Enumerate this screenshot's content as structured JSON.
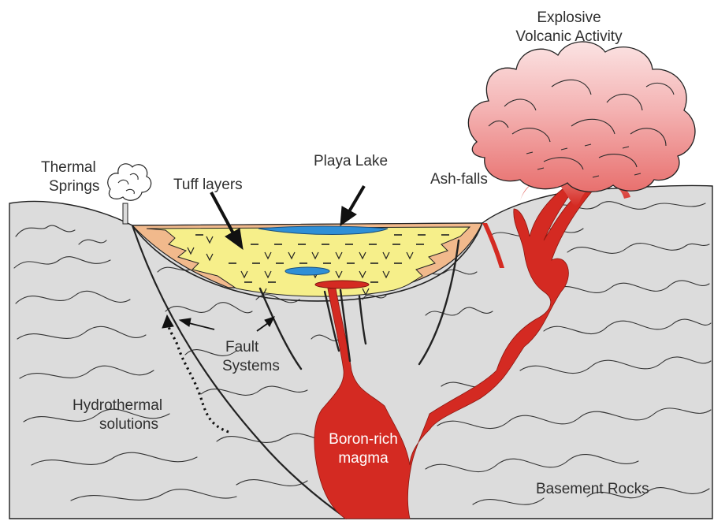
{
  "labels": {
    "volcanic_activity_line1": "Explosive",
    "volcanic_activity_line2": "Volcanic Activity",
    "thermal_springs_line1": "Thermal",
    "thermal_springs_line2": "Springs",
    "tuff_layers": "Tuff layers",
    "playa_lake": "Playa Lake",
    "ash_falls": "Ash-falls",
    "fault_systems_line1": "Fault",
    "fault_systems_line2": "Systems",
    "hydrothermal_line1": "Hydrothermal",
    "hydrothermal_line2": "solutions",
    "magma_line1": "Boron-rich",
    "magma_line2": "magma",
    "basement_rocks": "Basement Rocks"
  },
  "colors": {
    "basement_rock": "#dcdcdc",
    "magma": "#d42a22",
    "lake_water": "#2f8fd6",
    "tuff_fill": "#f6ef8a",
    "tuff_margin": "#f1b98c",
    "eruption_cloud": "#f2a9a9",
    "outline": "#222222"
  }
}
